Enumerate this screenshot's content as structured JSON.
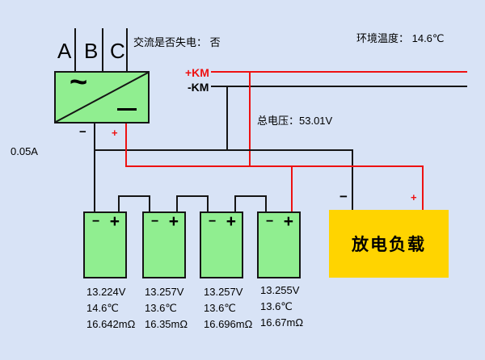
{
  "header": {
    "ac_status": "交流是否失电： 否",
    "ambient_temp": "环境温度： 14.6℃"
  },
  "bus": {
    "km_plus_label": "+KM",
    "km_minus_label": "-KM",
    "total_voltage": "总电压：53.01V",
    "charger_current": "0.05A"
  },
  "phases": [
    "A",
    "B",
    "C"
  ],
  "rectifier": {
    "ac_symbol": "~"
  },
  "terminals": {
    "minus": "−",
    "plus": "+"
  },
  "load": {
    "label": "放电负载"
  },
  "batteries": [
    {
      "voltage": "13.224V",
      "temp": "14.6℃",
      "resistance": "16.642mΩ"
    },
    {
      "voltage": "13.257V",
      "temp": "13.6℃",
      "resistance": "16.35mΩ"
    },
    {
      "voltage": "13.257V",
      "temp": "13.6℃",
      "resistance": "16.696mΩ"
    },
    {
      "voltage": "13.255V",
      "temp": "13.6℃",
      "resistance": "16.67mΩ"
    }
  ],
  "colors": {
    "background": "#d8e3f6",
    "device_green": "#90ee90",
    "load_yellow": "#ffd400",
    "wire_red": "#ee1111",
    "wire_black": "#151515"
  }
}
